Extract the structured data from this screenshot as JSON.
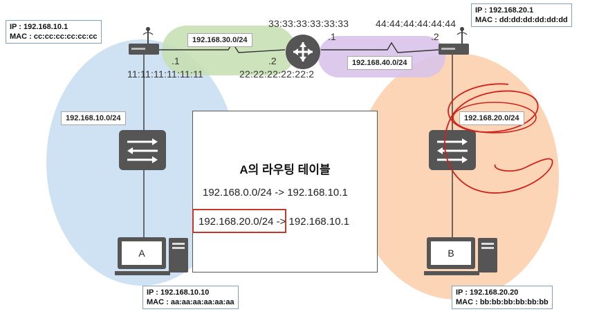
{
  "host_a": {
    "letter": "A",
    "ip_line": "IP    : 192.168.10.10",
    "mac_line": "MAC : aa:aa:aa:aa:aa:aa"
  },
  "host_b": {
    "letter": "B",
    "ip_line": "IP    : 192.168.20.20",
    "mac_line": "MAC : bb:bb:bb:bb:bb:bb"
  },
  "gateway_a": {
    "ip_line": "IP    : 192.168.10.1",
    "mac_line": "MAC : cc:cc:cc:cc:cc:cc"
  },
  "gateway_b": {
    "ip_line": "IP    : 192.168.20.1",
    "mac_line": "MAC : dd:dd:dd:dd:dd:dd"
  },
  "subnets": {
    "left_lan": "192.168.10.0/24",
    "right_lan": "192.168.20.0/24",
    "link_left": "192.168.30.0/24",
    "link_right": "192.168.40.0/24"
  },
  "interfaces": {
    "left_router_iface": ".1",
    "center_left_iface": ".2",
    "center_right_iface": ".1",
    "right_router_iface": ".2"
  },
  "macs": {
    "left_router_mac": "11:11:11:11:11:11",
    "center_left_mac": "22:22:22:22:22:2",
    "center_top_mac": "33:33:33:33:33:33",
    "right_router_mac": "44:44:44:44:44:44"
  },
  "routing_table": {
    "title": "A의 라우팅 테이블",
    "entries": [
      {
        "dest": "192.168.0.0/24",
        "arrow": "->",
        "next_hop": "192.168.10.1"
      },
      {
        "dest": "192.168.20.0/24",
        "arrow": "->",
        "next_hop": "192.168.10.1"
      }
    ]
  },
  "colors": {
    "left_lan": "#cfe2f3",
    "right_lan": "#fbd5b5",
    "link_left": "#c6e0b4",
    "link_right": "#d9c3e9",
    "device_dark": "#505050",
    "annotation_red": "#d0211c"
  }
}
